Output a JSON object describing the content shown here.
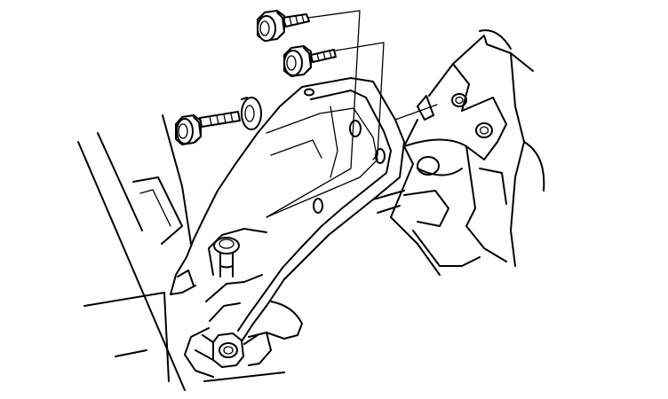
{
  "diagram": {
    "kind": "technical-line-illustration",
    "line_color": "#000000",
    "background_color": "#ffffff",
    "parts": [
      {
        "name": "flange-bolt-upper",
        "icon": "bolt-icon"
      },
      {
        "name": "flange-bolt-middle",
        "icon": "bolt-icon"
      },
      {
        "name": "flange-bolt-left",
        "icon": "bolt-icon"
      },
      {
        "name": "washer",
        "icon": "washer-icon"
      },
      {
        "name": "mounting-bracket",
        "icon": "bracket-icon"
      },
      {
        "name": "rear-mount-stud",
        "icon": "stud-icon"
      },
      {
        "name": "engine-block",
        "icon": "casting-icon"
      },
      {
        "name": "frame-rail",
        "icon": "frame-icon"
      }
    ]
  }
}
